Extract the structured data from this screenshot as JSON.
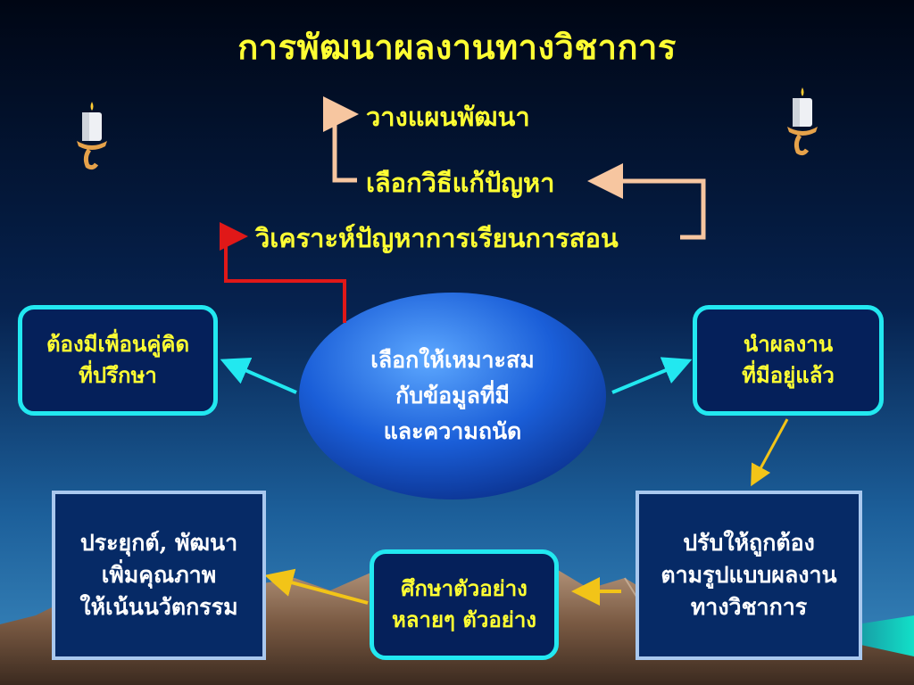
{
  "title": "การพัฒนาผลงานทางวิชาการ",
  "steps": {
    "plan": "วางแผนพัฒนา",
    "choose_method": "เลือกวิธีแก้ปัญหา",
    "analyze": "วิเคราะห์ปัญหาการเรียนการสอน"
  },
  "center": {
    "lines": [
      "เลือกให้เหมาะสม",
      "กับข้อมูลที่มี",
      "และความถนัด"
    ]
  },
  "boxes": {
    "partner": [
      "ต้องมีเพื่อนคู่คิด",
      "ที่ปรึกษา"
    ],
    "existing_work": [
      "นำผลงาน",
      "ที่มีอยู่แล้ว"
    ],
    "adjust": [
      "ปรับให้ถูกต้อง",
      "ตามรูปแบบผลงาน",
      "ทางวิชาการ"
    ],
    "study_examples": [
      "ศึกษาตัวอย่าง",
      "หลายๆ ตัวอย่าง"
    ],
    "apply_develop": [
      "ประยุกต์, พัฒนา",
      "เพิ่มคุณภาพ",
      "ให้เน้นนวัตกรรม"
    ]
  },
  "colors": {
    "title": "#ffff33",
    "cyan_border": "#22e8f0",
    "light_border": "#a9c8ee",
    "bracket_peach": "#f7c6a0",
    "red_arrow": "#e01818",
    "yellow_arrow": "#f2c418"
  },
  "icons": [
    "candle-icon-left",
    "candle-icon-right"
  ]
}
